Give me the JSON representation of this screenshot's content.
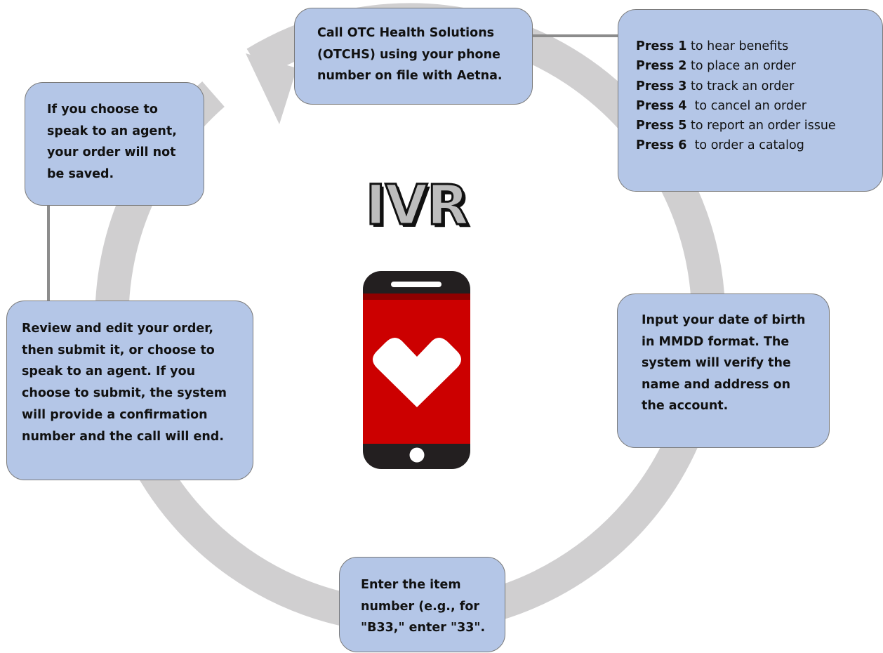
{
  "title": "IVR",
  "colors": {
    "box_fill": "#b4c6e7",
    "box_border": "#7a7a7a",
    "ring": "#d0cfd0",
    "phone_red": "#cc0000",
    "phone_body": "#231f20"
  },
  "icons": [
    "phone-icon",
    "heart-icon",
    "cycle-arrow-icon"
  ],
  "steps": {
    "call": {
      "lines": [
        "Call OTC Health Solutions",
        "(OTCHS) using your phone",
        "number on file with Aetna."
      ]
    },
    "menu": {
      "items": [
        {
          "key": "Press 1",
          "text": " to hear benefits"
        },
        {
          "key": "Press 2",
          "text": " to place an order"
        },
        {
          "key": "Press 3",
          "text": " to track an order"
        },
        {
          "key": "Press 4",
          "text": "  to cancel an order"
        },
        {
          "key": "Press 5",
          "text": " to report an order issue"
        },
        {
          "key": "Press 6",
          "text": "  to order a catalog"
        }
      ]
    },
    "dob": {
      "lines": [
        "Input your date of birth",
        "in MMDD format. The",
        "system will verify the",
        "name and address on",
        "the account."
      ]
    },
    "item": {
      "lines": [
        "Enter the item",
        "number (e.g., for",
        "\"B33,\" enter \"33\"."
      ]
    },
    "review": {
      "lines": [
        "Review and edit your order,",
        "then submit it, or choose to",
        "speak to an agent. If you",
        "choose to submit, the system",
        "will provide a confirmation",
        "number and the call will end."
      ]
    },
    "agent": {
      "lines": [
        "If you choose to",
        "speak to an agent,",
        "your order will not",
        "be saved."
      ]
    }
  }
}
